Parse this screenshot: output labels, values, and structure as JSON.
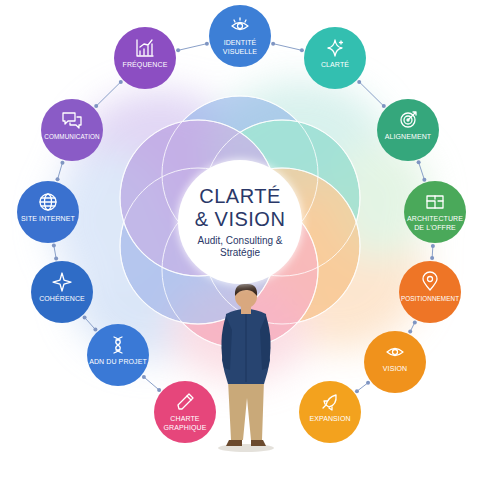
{
  "diagram": {
    "nodes": [
      {
        "text": [
          "CLARTÉ & VISION",
          "Audit, Consulting & Stratégie"
        ]
      },
      {
        "text": [
          "IDENTITÉ VISUELLE"
        ]
      },
      {
        "text": [
          "CLARTÉ"
        ]
      },
      {
        "text": [
          "ALIGNEMENT"
        ]
      },
      {
        "text": [
          "ARCHITECTURE DE L'OFFRE"
        ]
      },
      {
        "text": [
          "POSITIONNEMENT"
        ]
      },
      {
        "text": [
          "VISION"
        ]
      },
      {
        "text": [
          "EXPANSION"
        ]
      },
      {
        "text": [
          "CHARTE GRAPHIQUE"
        ]
      },
      {
        "text": [
          "ADN DU PROJET"
        ]
      },
      {
        "text": [
          "COHÉRENCE"
        ]
      },
      {
        "text": [
          "SITE INTERNET"
        ]
      },
      {
        "text": [
          "COMMUNICATION"
        ]
      },
      {
        "text": [
          "FRÉQUENCE"
        ]
      }
    ],
    "edges": [
      {
        "from": 1,
        "to": 2,
        "arrow": "none"
      },
      {
        "from": 2,
        "to": 3,
        "arrow": "none"
      },
      {
        "from": 3,
        "to": 4,
        "arrow": "none"
      },
      {
        "from": 4,
        "to": 5,
        "arrow": "none"
      },
      {
        "from": 5,
        "to": 6,
        "arrow": "none"
      },
      {
        "from": 6,
        "to": 7,
        "arrow": "none"
      },
      {
        "from": 8,
        "to": 9,
        "arrow": "none"
      },
      {
        "from": 9,
        "to": 10,
        "arrow": "none"
      },
      {
        "from": 10,
        "to": 11,
        "arrow": "none"
      },
      {
        "from": 11,
        "to": 12,
        "arrow": "none"
      },
      {
        "from": 12,
        "to": 13,
        "arrow": "none"
      },
      {
        "from": 13,
        "to": 1,
        "arrow": "none"
      }
    ]
  }
}
